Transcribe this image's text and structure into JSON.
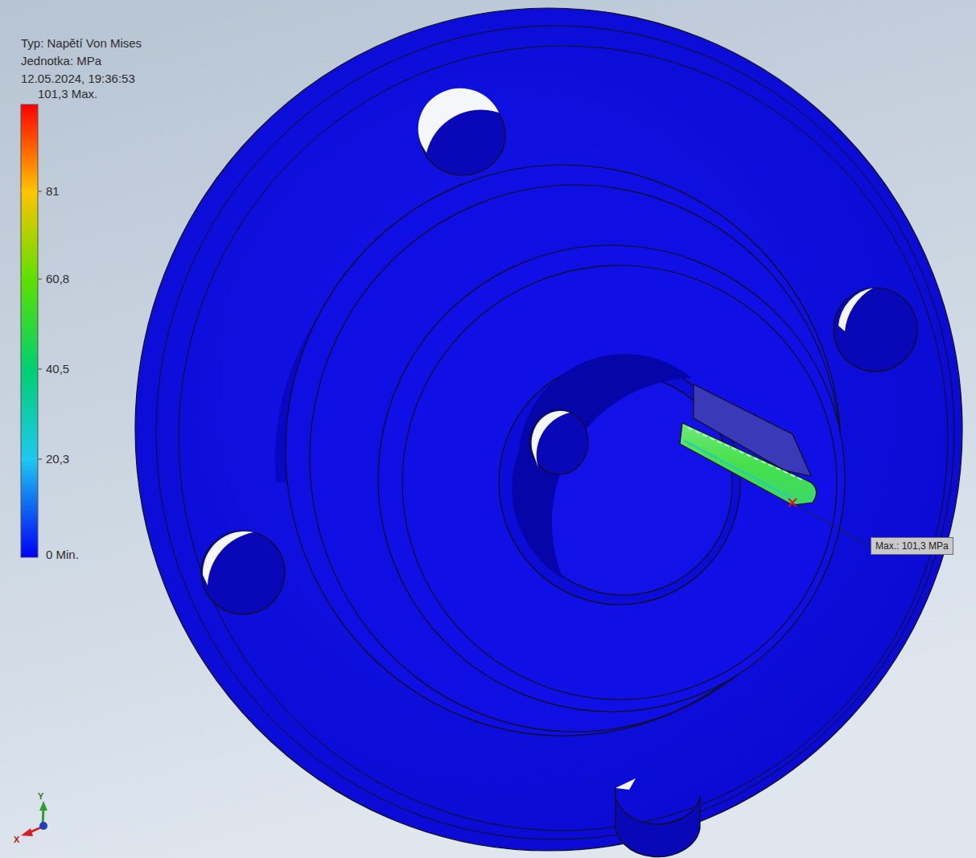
{
  "diagram": {
    "labels": [
      "Typ: Napětí Von Mises",
      "Jednotka: MPa",
      "12.05.2024, 19:36:53",
      "Max.: 101,3 MPa",
      "Y",
      "X"
    ],
    "legend": [
      {
        "text": "101,3 Max.",
        "color": "#ff0000"
      },
      {
        "text": "81",
        "color": "#ffc400"
      },
      {
        "text": "60,8",
        "color": "#5ee000"
      },
      {
        "text": "40,5",
        "color": "#00d070"
      },
      {
        "text": "20,3",
        "color": "#1ec8f0"
      },
      {
        "text": "0 Min.",
        "color": "#0000f5"
      }
    ]
  }
}
